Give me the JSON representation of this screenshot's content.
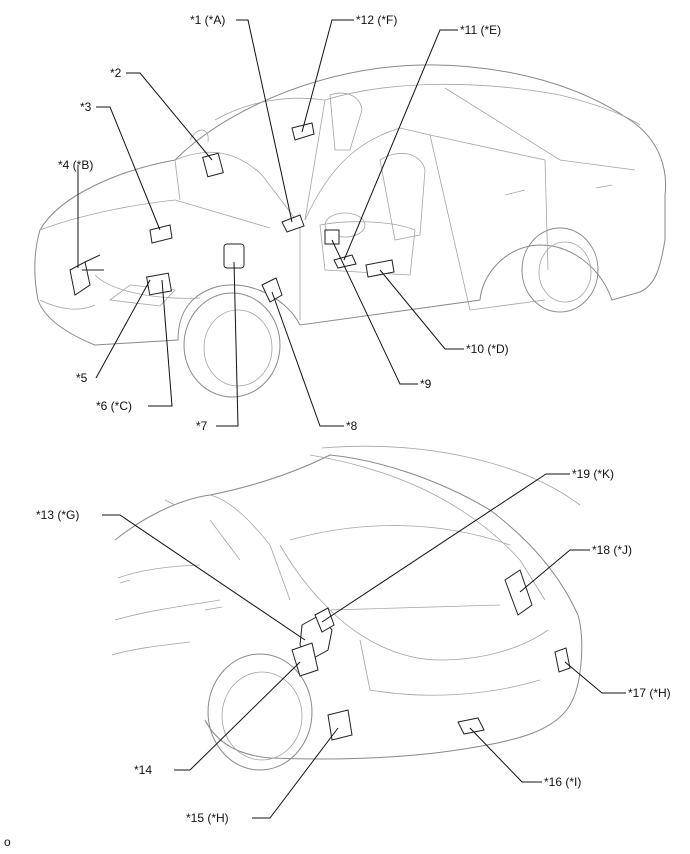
{
  "labels": {
    "c1": "*1 (*A)",
    "c2": "*2",
    "c3": "*3",
    "c4": "*4 (*B)",
    "c5": "*5",
    "c6": "*6 (*C)",
    "c7": "*7",
    "c8": "*8",
    "c9": "*9",
    "c10": "*10 (*D)",
    "c11": "*11 (*E)",
    "c12": "*12 (*F)",
    "c13": "*13 (*G)",
    "c14": "*14",
    "c15": "*15 (*H)",
    "c16": "*16 (*I)",
    "c17": "*17 (*H)",
    "c18": "*18 (*J)",
    "c19": "*19 (*K)"
  },
  "corner_mark": "o"
}
